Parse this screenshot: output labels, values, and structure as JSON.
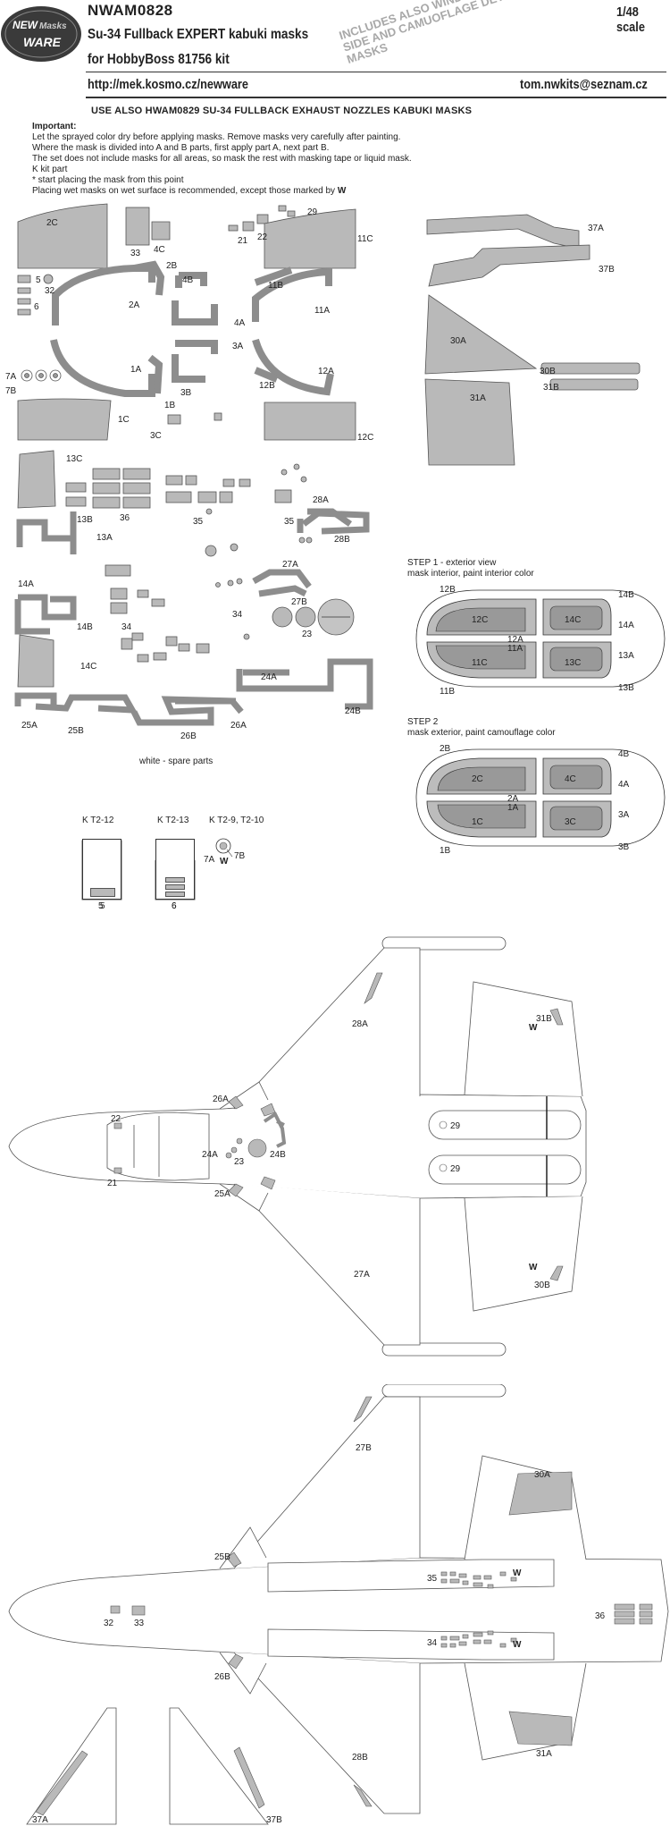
{
  "header": {
    "code": "NWAM0828",
    "title": "Su-34 Fullback EXPERT kabuki masks",
    "kit": "for HobbyBoss 81756 kit",
    "url": "http://mek.kosmo.cz/newware",
    "email": "tom.nwkits@seznam.cz",
    "scale": "1/48 scale",
    "stamp": "INCLUDES ALSO WINDOWS INNER SIDE AND CAMUOFLAGE DETAILS MASKS",
    "logo_line1": "NEW",
    "logo_line2": "Masks",
    "logo_line3": "WARE"
  },
  "use_also": "USE ALSO HWAM0829 SU-34 FULLBACK EXHAUST NOZZLES KABUKI MASKS",
  "instructions": {
    "title": "Important:",
    "lines": [
      "Let the sprayed color dry before applying masks. Remove masks very carefully after painting.",
      "Where the mask is divided into A and B parts, first apply part A, next part B.",
      "The set does not include masks for all areas, so mask the rest with masking tape or liquid mask.",
      "K kit part",
      "*  start placing the mask from this point",
      "Placing wet masks on wet surface is recommended, except those marked by"
    ],
    "wet_mark": "W"
  },
  "labels": {
    "p2C": "2C",
    "p33": "33",
    "p4C": "4C",
    "p21": "21",
    "p22": "22",
    "p29": "29",
    "p11C": "11C",
    "p5": "5",
    "p32": "32",
    "p6": "6",
    "p2B": "2B",
    "p4B": "4B",
    "p11B": "11B",
    "p2A": "2A",
    "p4A": "4A",
    "p11A": "11A",
    "p3A": "3A",
    "p1A": "1A",
    "p12A": "12A",
    "p7A": "7A",
    "p7B": "7B",
    "p3B": "3B",
    "p12B": "12B",
    "p1B": "1B",
    "p1C": "1C",
    "p3C": "3C",
    "p12C": "12C",
    "p13C": "13C",
    "p28A": "28A",
    "p35": "35",
    "p35b": "35",
    "p28B": "28B",
    "p13B": "13B",
    "p36": "36",
    "p13A": "13A",
    "p27A": "27A",
    "p27B": "27B",
    "p23": "23",
    "p14A": "14A",
    "p34": "34",
    "p34b": "34",
    "p14B": "14B",
    "p14C": "14C",
    "p24A": "24A",
    "p24B": "24B",
    "p25A": "25A",
    "p25B": "25B",
    "p26B": "26B",
    "p26A": "26A",
    "p37A": "37A",
    "p37B": "37B",
    "p30A": "30A",
    "p30B": "30B",
    "p31B": "31B",
    "p31A": "31A"
  },
  "spare_parts": "white - spare parts",
  "kit_parts": [
    {
      "code": "K T2-12",
      "part": "5"
    },
    {
      "code": "K T2-13",
      "part": "6"
    },
    {
      "code": "K T2-9, T2-10",
      "part_a": "7A",
      "part_b": "7B",
      "wet": "W"
    }
  ],
  "step1": {
    "title": "STEP 1 - exterior view",
    "subtitle": "mask interior, paint interior color",
    "labels": [
      "12B",
      "14B",
      "12C",
      "14C",
      "14A",
      "12A",
      "11A",
      "11C",
      "13C",
      "13A",
      "11B",
      "13B"
    ]
  },
  "step2": {
    "title": "STEP 2",
    "subtitle": "mask exterior, paint camouflage color",
    "labels": [
      "2B",
      "4B",
      "2C",
      "4C",
      "4A",
      "2A",
      "1A",
      "3A",
      "1C",
      "3C",
      "1B",
      "3B"
    ]
  },
  "top_view": {
    "labels": [
      "28A",
      "31B",
      "26A",
      "22",
      "24A",
      "24B",
      "29",
      "23",
      "29",
      "21",
      "25A",
      "27A",
      "30B"
    ],
    "wet": "W"
  },
  "bottom_view": {
    "labels": [
      "27B",
      "30A",
      "25B",
      "35",
      "32",
      "33",
      "36",
      "26B",
      "34",
      "28B",
      "31A",
      "37A",
      "37B"
    ],
    "wet": "W"
  }
}
